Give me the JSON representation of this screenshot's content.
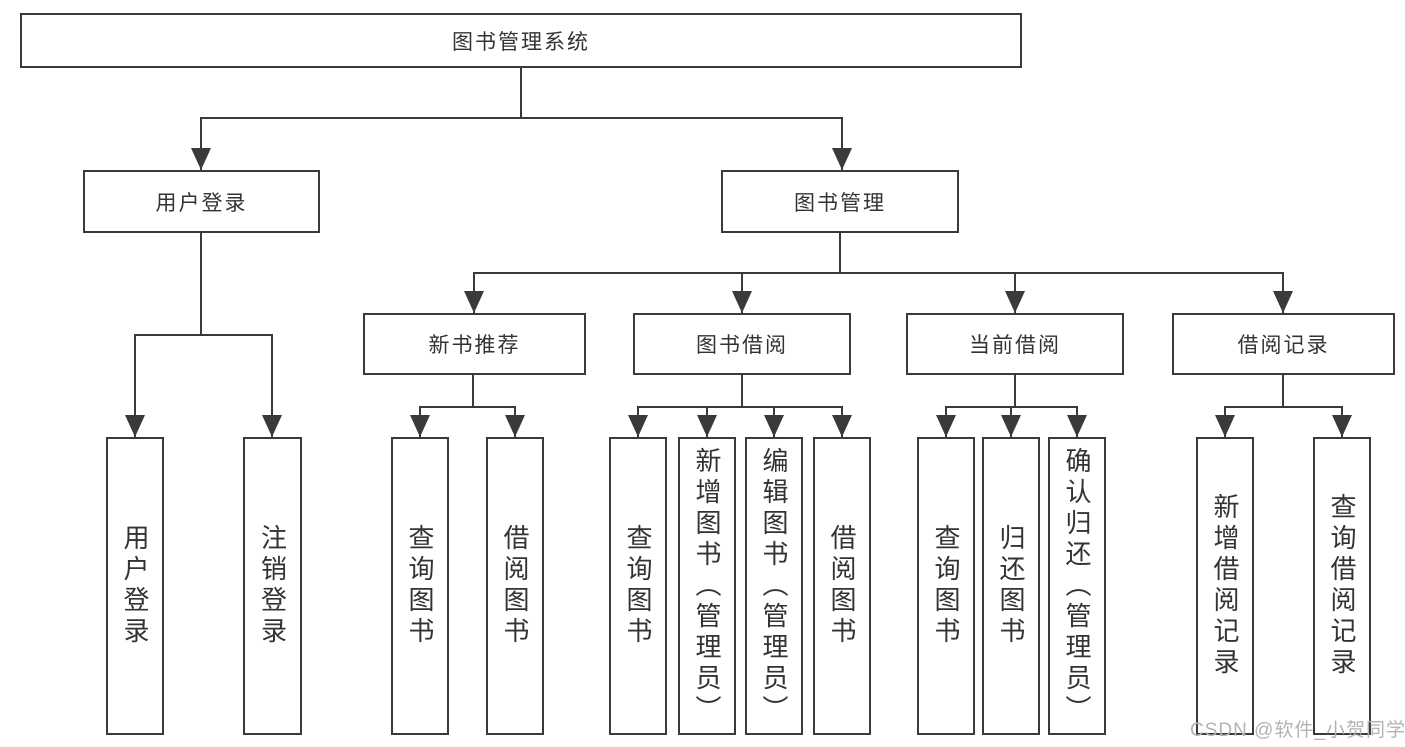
{
  "diagram_type": "tree",
  "colors": {
    "line": "#3a3a3a",
    "box_border": "#3a3a3a",
    "text": "#333333",
    "background": "#ffffff",
    "watermark": "#b3b3b3"
  },
  "root": {
    "label": "图书管理系统"
  },
  "branches": [
    {
      "label": "用户登录",
      "children": [
        {
          "label": "用户登录"
        },
        {
          "label": "注销登录"
        }
      ]
    },
    {
      "label": "图书管理",
      "children": [
        {
          "label": "新书推荐",
          "children": [
            {
              "label": "查询图书"
            },
            {
              "label": "借阅图书"
            }
          ]
        },
        {
          "label": "图书借阅",
          "children": [
            {
              "label": "查询图书"
            },
            {
              "label": "新增图书（管理员）"
            },
            {
              "label": "编辑图书（管理员）"
            },
            {
              "label": "借阅图书"
            }
          ]
        },
        {
          "label": "当前借阅",
          "children": [
            {
              "label": "查询图书"
            },
            {
              "label": "归还图书"
            },
            {
              "label": "确认归还（管理员）"
            }
          ]
        },
        {
          "label": "借阅记录",
          "children": [
            {
              "label": "新增借阅记录"
            },
            {
              "label": "查询借阅记录"
            }
          ]
        }
      ]
    }
  ],
  "watermark": "CSDN @软件_小贺同学"
}
